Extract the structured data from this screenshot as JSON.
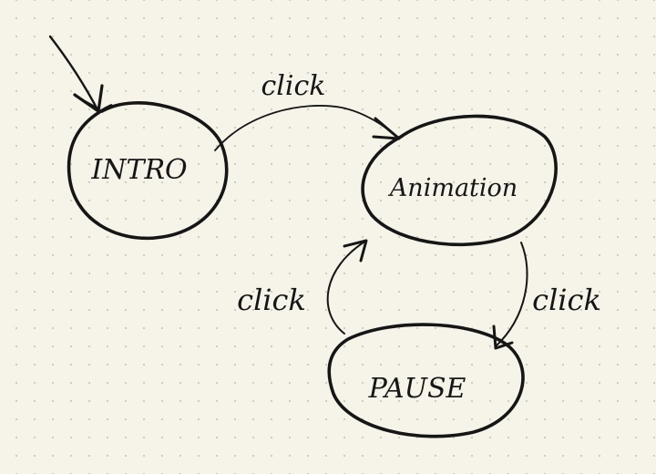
{
  "diagram": {
    "ink_color": "#161616",
    "background_color": "#f6f3e8",
    "states": {
      "intro": "INTRO",
      "animation": "Animation",
      "pause": "PAUSE"
    },
    "transitions": {
      "intro_to_animation": "click",
      "animation_to_pause": "click",
      "pause_to_animation": "click"
    }
  }
}
